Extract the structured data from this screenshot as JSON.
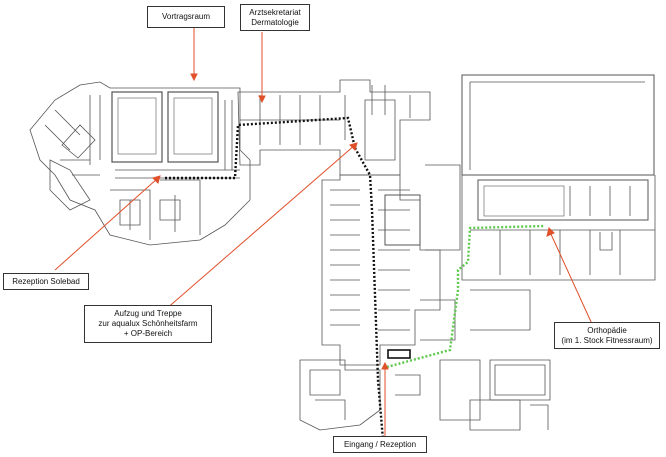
{
  "labels": {
    "vortragsraum": "Vortragsraum",
    "arztsekretariat_line1": "Arztsekretariat",
    "arztsekretariat_line2": "Dermatologie",
    "rezeption_solebad": "Rezeption Solebad",
    "aufzug_line1": "Aufzug und Treppe",
    "aufzug_line2": "zur aqualux Schönheitsfarm",
    "aufzug_line3": "+ OP-Bereich",
    "orthopaedie_line1": "Orthopädie",
    "orthopaedie_line2": "(im 1. Stock Fitnessraum)",
    "eingang": "Eingang / Rezeption"
  },
  "colors": {
    "arrow": "#e0502a",
    "route_black": "#111111",
    "route_green": "#5cc84a",
    "walls": "#555555",
    "box_border": "#333333"
  }
}
